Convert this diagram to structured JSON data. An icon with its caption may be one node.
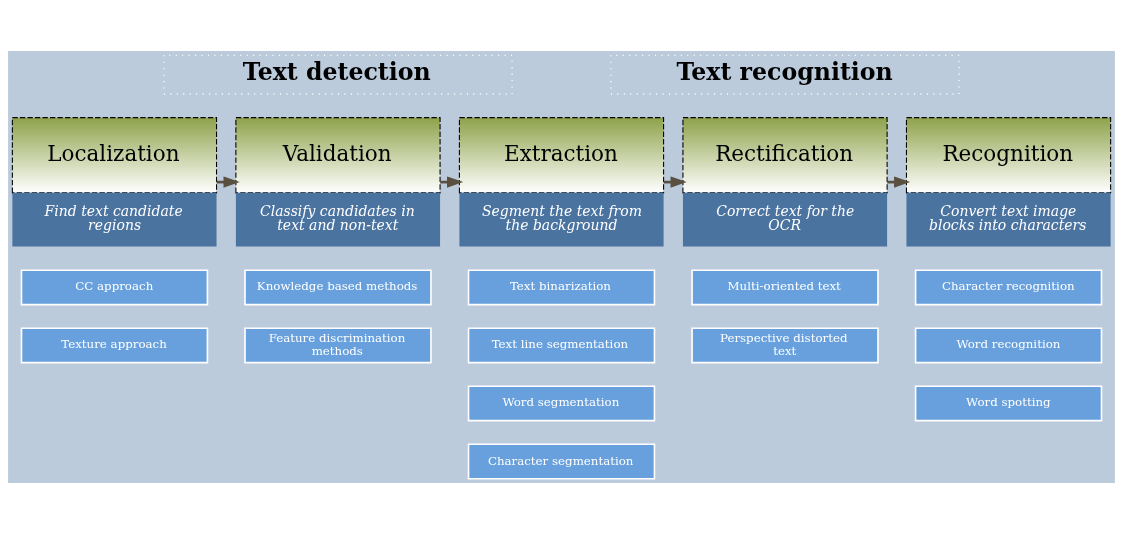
{
  "diagram": {
    "nodes": [
      {
        "text": [
          "Text detection"
        ]
      },
      {
        "text": [
          "Text recognition"
        ]
      },
      {
        "text": [
          "Localization",
          "Find text candidate regions"
        ]
      },
      {
        "text": [
          "CC approach"
        ]
      },
      {
        "text": [
          "Texture approach"
        ]
      },
      {
        "text": [
          "Validation",
          "Classify candidates in text and non-text"
        ]
      },
      {
        "text": [
          "Knowledge based methods"
        ]
      },
      {
        "text": [
          "Feature discrimination methods"
        ]
      },
      {
        "text": [
          "Extraction",
          "Segment the text from the background"
        ]
      },
      {
        "text": [
          "Text binarization"
        ]
      },
      {
        "text": [
          "Text line segmentation"
        ]
      },
      {
        "text": [
          "Word segmentation"
        ]
      },
      {
        "text": [
          "Character segmentation"
        ]
      },
      {
        "text": [
          "Rectification",
          "Correct text for the OCR"
        ]
      },
      {
        "text": [
          "Multi-oriented text"
        ]
      },
      {
        "text": [
          "Perspective distorted text"
        ]
      },
      {
        "text": [
          "Recognition",
          "Convert text image blocks into characters"
        ]
      },
      {
        "text": [
          "Character recognition"
        ]
      },
      {
        "text": [
          "Word recognition"
        ]
      },
      {
        "text": [
          "Word spotting"
        ]
      }
    ],
    "edges": [
      {
        "from": 2,
        "to": 5,
        "arrow": "to"
      },
      {
        "from": 5,
        "to": 8,
        "arrow": "to"
      },
      {
        "from": 8,
        "to": 13,
        "arrow": "to"
      },
      {
        "from": 13,
        "to": 16,
        "arrow": "to"
      }
    ]
  }
}
